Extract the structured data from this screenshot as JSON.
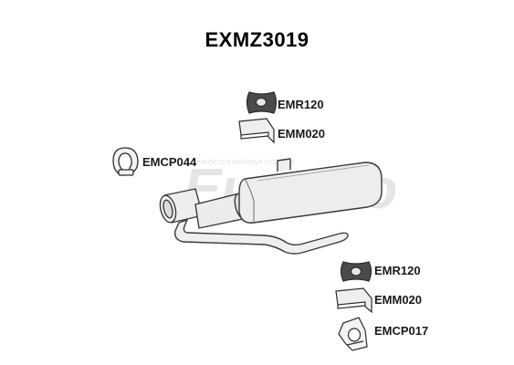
{
  "diagram": {
    "title": "EXMZ3019",
    "watermark": "EuroFlo",
    "watermark_tagline": "EUROFLO EMISSIONS SYSTEMS",
    "parts": [
      {
        "code": "EMR120",
        "icon": "rubber-mount-icon"
      },
      {
        "code": "EMM020",
        "icon": "mounting-bracket-icon"
      },
      {
        "code": "EMCP044",
        "icon": "pipe-clamp-icon"
      },
      {
        "code": "EMR120",
        "icon": "rubber-mount-icon"
      },
      {
        "code": "EMM020",
        "icon": "mounting-bracket-icon"
      },
      {
        "code": "EMCP017",
        "icon": "pipe-clamp-icon"
      }
    ]
  },
  "colors": {
    "outline": "#3a3a3a",
    "part_fill": "#ececec",
    "rubber_fill": "#4a4a4a",
    "watermark": "#c8c8c8"
  }
}
